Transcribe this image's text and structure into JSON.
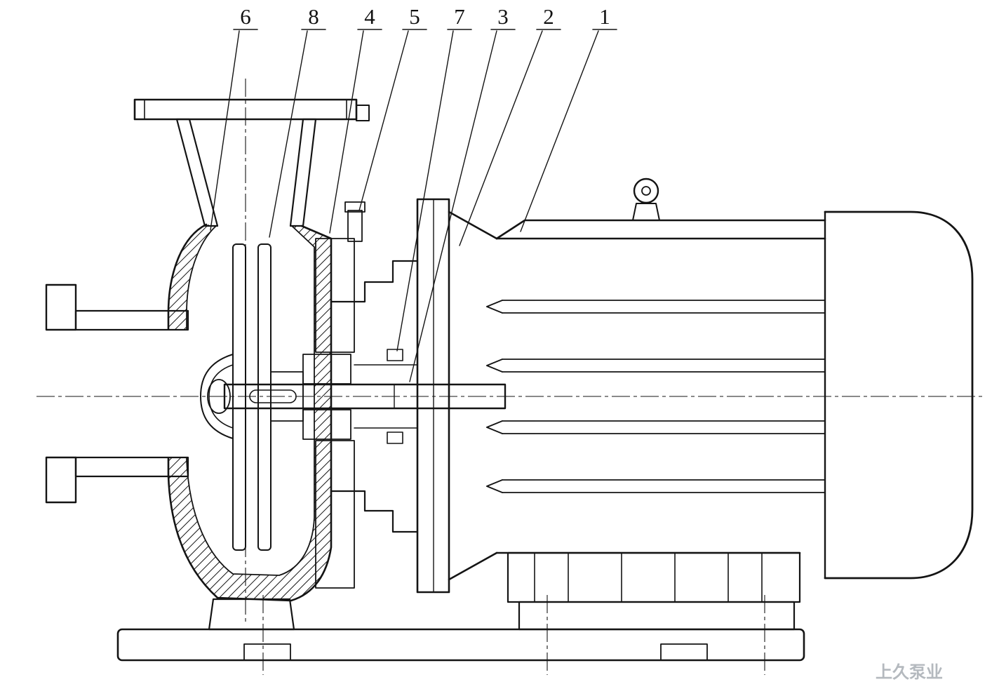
{
  "figure": {
    "kind": "engineering-cross-section-drawing",
    "colors": {
      "line": "#141414",
      "background": "#ffffff",
      "watermark": "#a7adb3"
    }
  },
  "callouts": [
    {
      "label": "6"
    },
    {
      "label": "8"
    },
    {
      "label": "4"
    },
    {
      "label": "5"
    },
    {
      "label": "7"
    },
    {
      "label": "3"
    },
    {
      "label": "2"
    },
    {
      "label": "1"
    }
  ],
  "watermark": {
    "text": "上久泵业"
  }
}
